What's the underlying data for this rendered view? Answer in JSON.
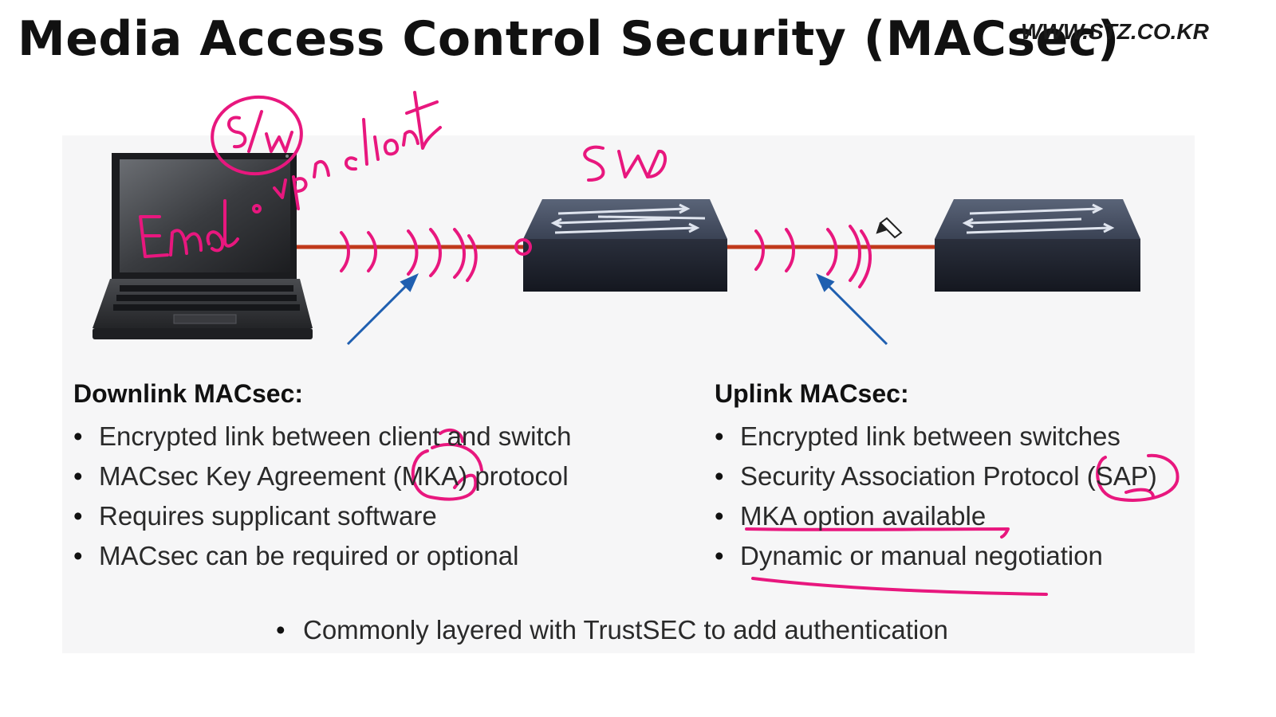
{
  "title": "Media Access Control Security (MACsec)",
  "watermark": "WWW.STZ.CO.KR",
  "annotations": {
    "sw_circle": "S/W",
    "end_vpn_client": "End vpn client",
    "sw_switch": "SW"
  },
  "downlink": {
    "heading": "Downlink MACsec:",
    "bullets": [
      "Encrypted link between client and switch",
      "MACsec Key Agreement (MKA) protocol",
      "Requires supplicant software",
      "MACsec can be required or optional"
    ]
  },
  "uplink": {
    "heading": "Uplink MACsec:",
    "bullets": [
      "Encrypted link between switches",
      "Security Association Protocol (SAP)",
      "MKA option available",
      "Dynamic or manual negotiation"
    ]
  },
  "footer": "Commonly layered with TrustSEC to add authentication",
  "colors": {
    "link": "#c0391b",
    "ink": "#e8177e",
    "arrow": "#1f5fb0",
    "device": "#2b3040"
  }
}
